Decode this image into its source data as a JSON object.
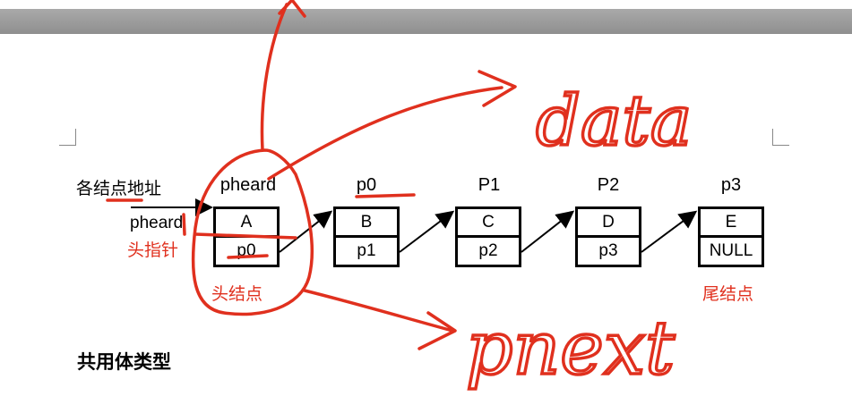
{
  "printed": {
    "address_caption": "各结点地址",
    "head_pointer_label": "pheard",
    "head_pointer_caption": "头指针",
    "head_node_caption": "头结点",
    "tail_node_caption": "尾结点",
    "section_title": "共用体类型"
  },
  "nodes": [
    {
      "address": "pheard",
      "data": "A",
      "next": "p0"
    },
    {
      "address": "p0",
      "data": "B",
      "next": "p1"
    },
    {
      "address": "P1",
      "data": "C",
      "next": "p2"
    },
    {
      "address": "P2",
      "data": "D",
      "next": "p3"
    },
    {
      "address": "p3",
      "data": "E",
      "next": "NULL"
    }
  ],
  "handwriting": {
    "data_label": "data",
    "pnext_label": "pnext"
  },
  "colors": {
    "annotation": "#e0301e",
    "window_bar": "#9a9a9a"
  }
}
